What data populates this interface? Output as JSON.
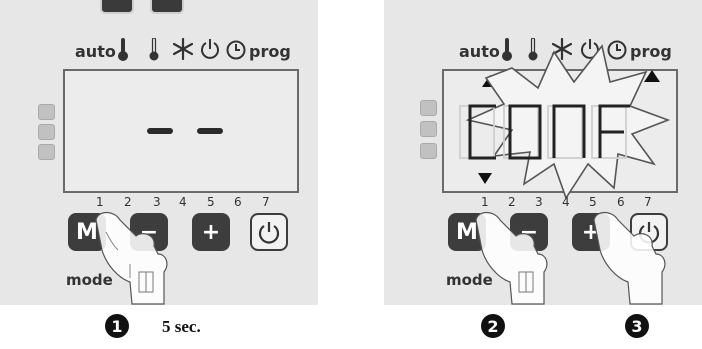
{
  "modes": {
    "auto": "auto",
    "prog": "prog"
  },
  "keypad": {
    "numbers": [
      "1",
      "2",
      "3",
      "4",
      "5",
      "6",
      "7"
    ],
    "m_label": "M",
    "plus_label": "+",
    "minus_label": "−",
    "mode_label": "mode"
  },
  "left_panel": {
    "display_text": "- -"
  },
  "right_panel": {
    "display_text": "CONF"
  },
  "steps": {
    "step1": "1",
    "step2": "2",
    "step3": "3",
    "hold_time": "5 sec."
  },
  "icons": [
    "thermometer-full-icon",
    "thermometer-empty-icon",
    "snowflake-icon",
    "power-icon",
    "clock-icon",
    "power-button-icon",
    "hand-press-icon"
  ]
}
